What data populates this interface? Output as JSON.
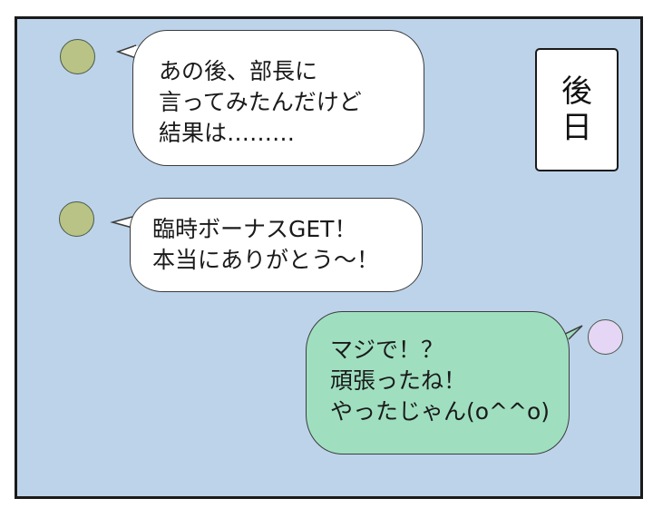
{
  "scene": "LINE-style chat conversation in a manga panel",
  "colors": {
    "panel_bg": "#bdd3ea",
    "panel_border": "#1a1a1a",
    "incoming_bubble": "#ffffff",
    "outgoing_bubble": "#9fdfc0",
    "friend_avatar": "#b9c385",
    "self_avatar": "#e6d6f5"
  },
  "caption": {
    "chars": [
      "後",
      "日"
    ],
    "text": "後日"
  },
  "messages": [
    {
      "sender": "friend",
      "avatar_color": "#b9c385",
      "lines": [
        "あの後、部長に",
        "言ってみたんだけど",
        "結果は………"
      ]
    },
    {
      "sender": "friend",
      "avatar_color": "#b9c385",
      "lines": [
        "臨時ボーナスGET！",
        "本当にありがとう〜！"
      ]
    },
    {
      "sender": "self",
      "avatar_color": "#e6d6f5",
      "lines": [
        "マジで！？",
        "頑張ったね！",
        "やったじゃん(o^^o)"
      ]
    }
  ]
}
